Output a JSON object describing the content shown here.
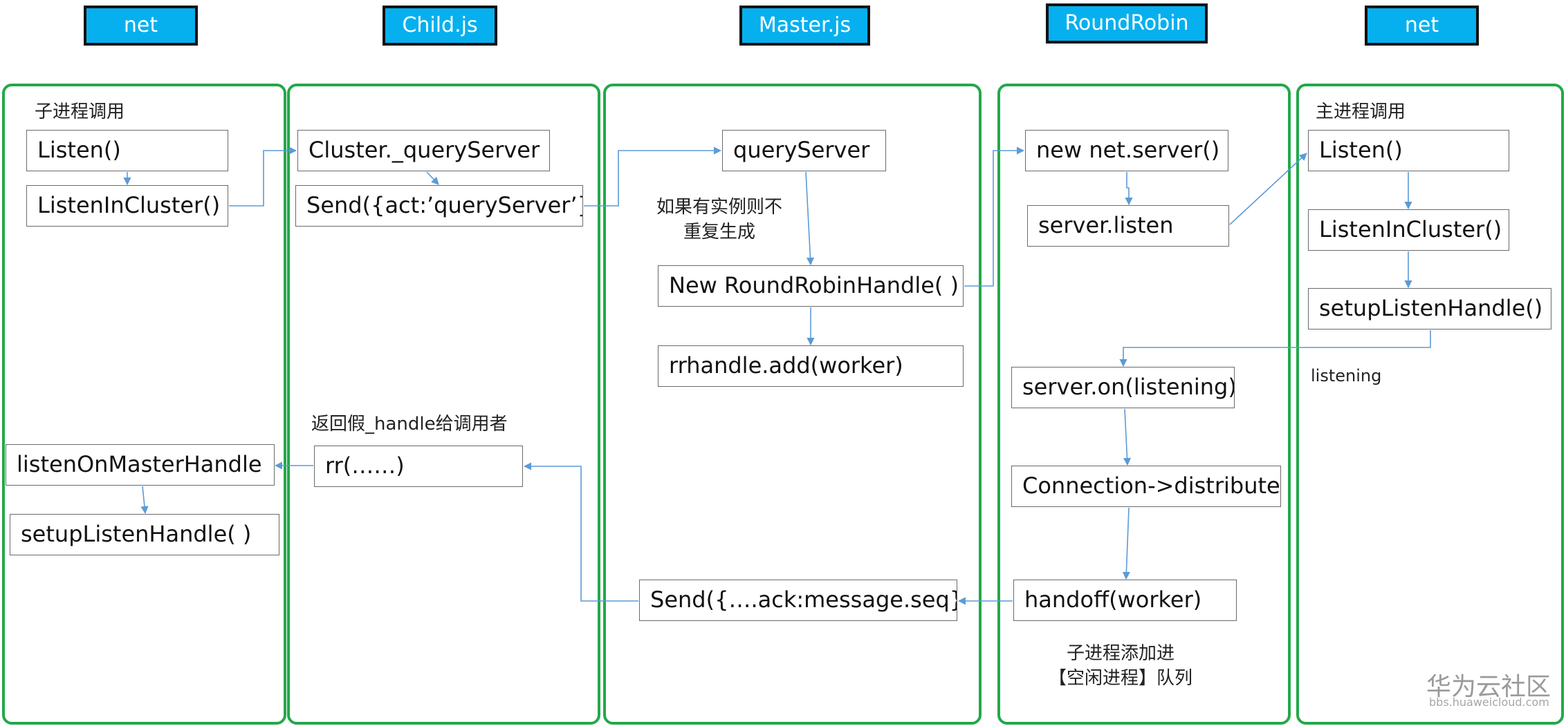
{
  "headers": {
    "net_left": "net",
    "child_js": "Child.js",
    "master_js": "Master.js",
    "round_robin": "RoundRobin",
    "net_right": "net"
  },
  "nodes": {
    "net_left_listen": "Listen()",
    "net_left_listen_in_cluster": "ListenInCluster()",
    "net_left_listen_on_master_handle": "listenOnMasterHandle",
    "net_left_setup_listen_handle": "setupListenHandle( )",
    "child_query_server": "Cluster._queryServer",
    "child_send_query": "Send({act:’queryServer’})",
    "child_rr": "rr(……)",
    "master_query_server": "queryServer",
    "master_new_rr_handle": "New RoundRobinHandle( )",
    "master_rrhandle_add": "rrhandle.add(worker)",
    "master_send_ack": "Send({….ack:message.seq})",
    "rr_new_net_server": "new net.server()",
    "rr_server_listen": "server.listen",
    "rr_server_on_listening": "server.on(listening)",
    "rr_connection_distribute": "Connection->distribute",
    "rr_handoff": "handoff(worker)",
    "net_right_listen": "Listen()",
    "net_right_listen_in_cluster": "ListenInCluster()",
    "net_right_setup_listen_handle": "setupListenHandle()"
  },
  "notes": {
    "child_process_call": "子进程调用",
    "main_process_call": "主进程调用",
    "no_duplicate_line1": "如果有实例则不",
    "no_duplicate_line2": "重复生成",
    "return_fake_handle": "返回假_handle给调用者",
    "listening": "listening",
    "add_child_line1": "子进程添加进",
    "add_child_line2": "【空闲进程】队列"
  },
  "watermark": {
    "main": "华为云社区",
    "sub": "bbs.huaweicloud.com"
  },
  "colors": {
    "header_fill": "#06b0ee",
    "header_border": "#111111",
    "lane_border": "#23a84a",
    "arrow": "#5b9bd5"
  }
}
